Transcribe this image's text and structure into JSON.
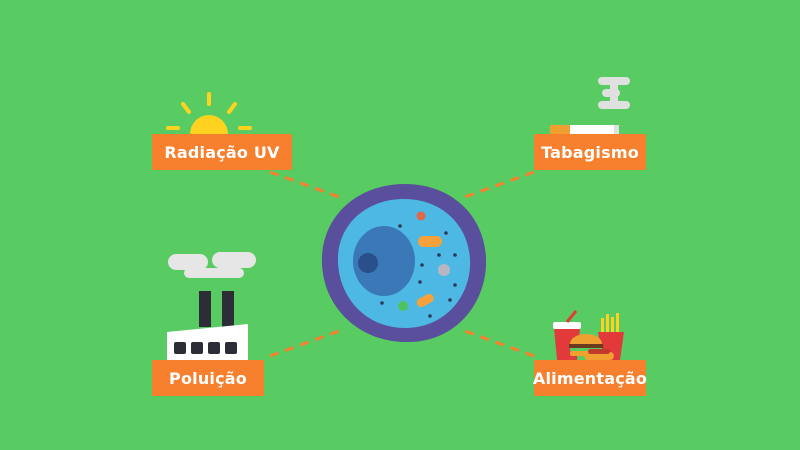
{
  "labels": {
    "uv": "Radiação UV",
    "smoking": "Tabagismo",
    "pollution": "Poluição",
    "food": "Alimentação"
  },
  "colors": {
    "background": "#58cc62",
    "label_bg": "#f7802f",
    "connector": "#f7802f",
    "cell_membrane": "#5a4f9c",
    "cytoplasm": "#4db8e3",
    "nucleus": "#3a78b8"
  },
  "icons": [
    "sun-icon",
    "cigarette-icon",
    "factory-icon",
    "fast-food-icon",
    "cell-icon"
  ]
}
